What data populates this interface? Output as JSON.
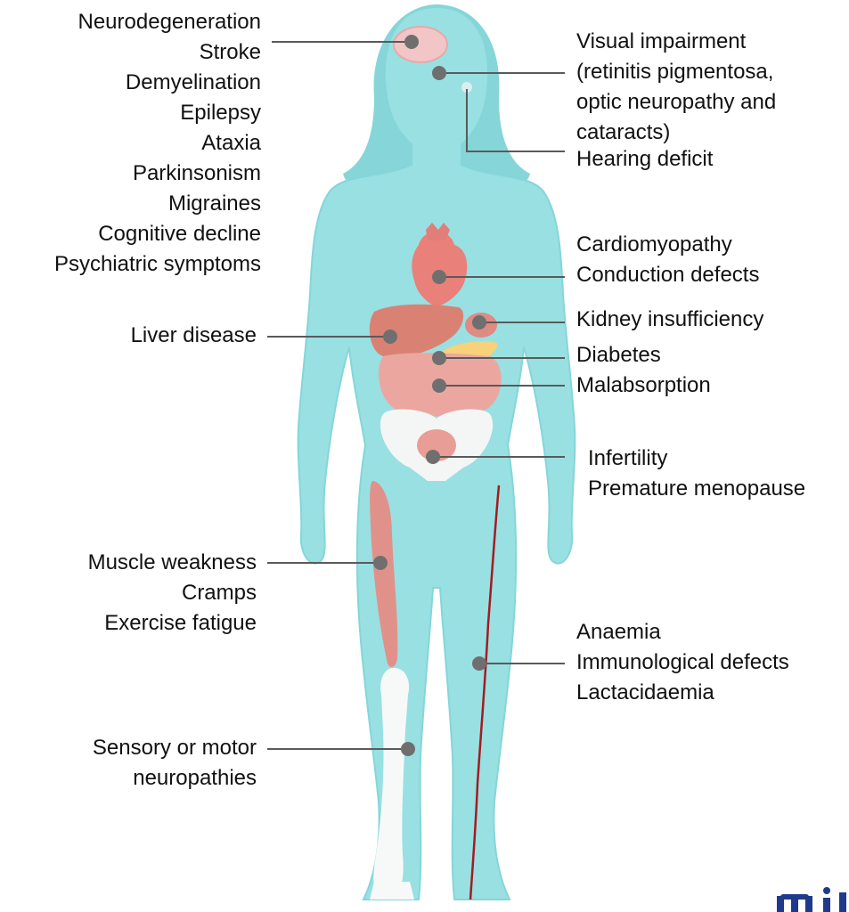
{
  "colors": {
    "body": "#99e0e2",
    "body_outline": "#7fd3d6",
    "hair": "#86d5d8",
    "organ_red": "#e58f86",
    "bone": "#ffffff",
    "connector": "#5a5a5a",
    "dot": "#6f6f6f",
    "logo": "#1f3a8a"
  },
  "callouts": {
    "brain": [
      "Neurodegeneration",
      "Stroke",
      "Demyelination",
      "Epilepsy",
      "Ataxia",
      "Parkinsonism",
      "Migraines",
      "Cognitive decline",
      "Psychiatric symptoms"
    ],
    "eye": [
      "Visual impairment",
      "(retinitis pigmentosa,",
      "optic neuropathy and",
      "cataracts)"
    ],
    "ear": [
      "Hearing deficit"
    ],
    "heart": [
      "Cardiomyopathy",
      "Conduction defects"
    ],
    "liver": [
      "Liver disease"
    ],
    "kidney": [
      "Kidney insufficiency"
    ],
    "pancreas": [
      "Diabetes"
    ],
    "intestine": [
      "Malabsorption"
    ],
    "reproductive": [
      "Infertility",
      "Premature menopause"
    ],
    "muscle": [
      "Muscle weakness",
      "Cramps",
      "Exercise fatigue"
    ],
    "blood": [
      "Anaemia",
      "Immunological defects",
      "Lactacidaemia"
    ],
    "nerve": [
      "Sensory or motor",
      "neuropathies"
    ]
  }
}
